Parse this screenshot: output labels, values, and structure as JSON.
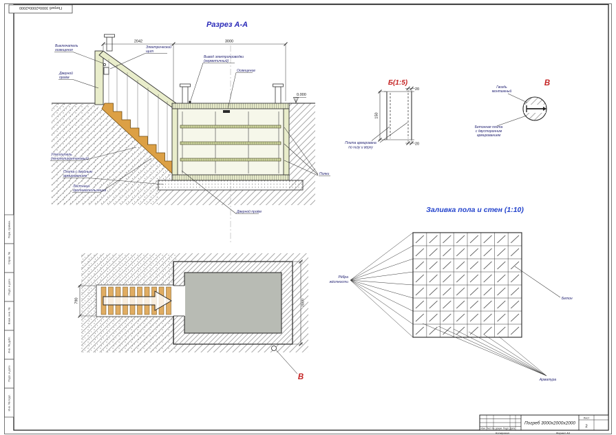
{
  "colors": {
    "accent_blue": "#2a2ab8",
    "accent_blue2": "#2343cc",
    "accent_red": "#c42323",
    "wall_fill": "#e9edcb",
    "stair_fill": "#dca045",
    "plan_interior": "#b8bbb4"
  },
  "stamps": {
    "top_left": "Погреб 3000х2000х2000",
    "side": [
      "Перв. примен.",
      "Справ. №",
      "Подп. и дата",
      "Взам. инв. №",
      "Инв. № дубл.",
      "Подп. и дата",
      "Инв. № подл."
    ],
    "copied": "Копировал",
    "format": "Формат А3"
  },
  "section": {
    "title": "Разрез А-А",
    "dim_entry": "2042",
    "dim_body": "3000",
    "level_mark": "0.000",
    "labels": {
      "switch": [
        "Выключатель",
        "освещения"
      ],
      "panel": [
        "Электрический",
        "щит"
      ],
      "wiring": [
        "Вывод электропроводки",
        "(герметичный)"
      ],
      "light": "Освещение",
      "door_top": [
        "Дверной",
        "проём"
      ],
      "insulation": [
        "Утеплитель",
        "(пенополиуретановый)"
      ],
      "slab": [
        "Плита с двойным",
        "армированием"
      ],
      "stairs": [
        "Лестница",
        "противоскользящая"
      ],
      "shelves": "Полки",
      "door_bottom": "Дверной проём"
    }
  },
  "detail_b": {
    "title": "Б(1:5)",
    "dim_height": "150",
    "dim_cover": "20",
    "label": [
      "Плита армирована",
      "по низу и верху"
    ]
  },
  "detail_v": {
    "title": "В",
    "nail_label": [
      "Гвоздь",
      "монтажный"
    ],
    "plate_label": [
      "Бетонная плита",
      "с двусторонним",
      "армированием"
    ]
  },
  "plan": {
    "dim_entry_width": "790",
    "dim_depth": "2000",
    "detail_marker": "В"
  },
  "pour": {
    "title": "Заливка пола и стен (1:10)",
    "ribs_label": [
      "Рёбра",
      "жёсткости"
    ],
    "concrete_label": "Бетон",
    "rebar_label": "Арматура"
  },
  "title_block": {
    "doc_name": "Погреб 3000х2000х2000",
    "sheet_label": "Лист",
    "sheet_number": "2",
    "revision_row": "Изм.  Лист  № докум.  Подп.  Дата"
  }
}
